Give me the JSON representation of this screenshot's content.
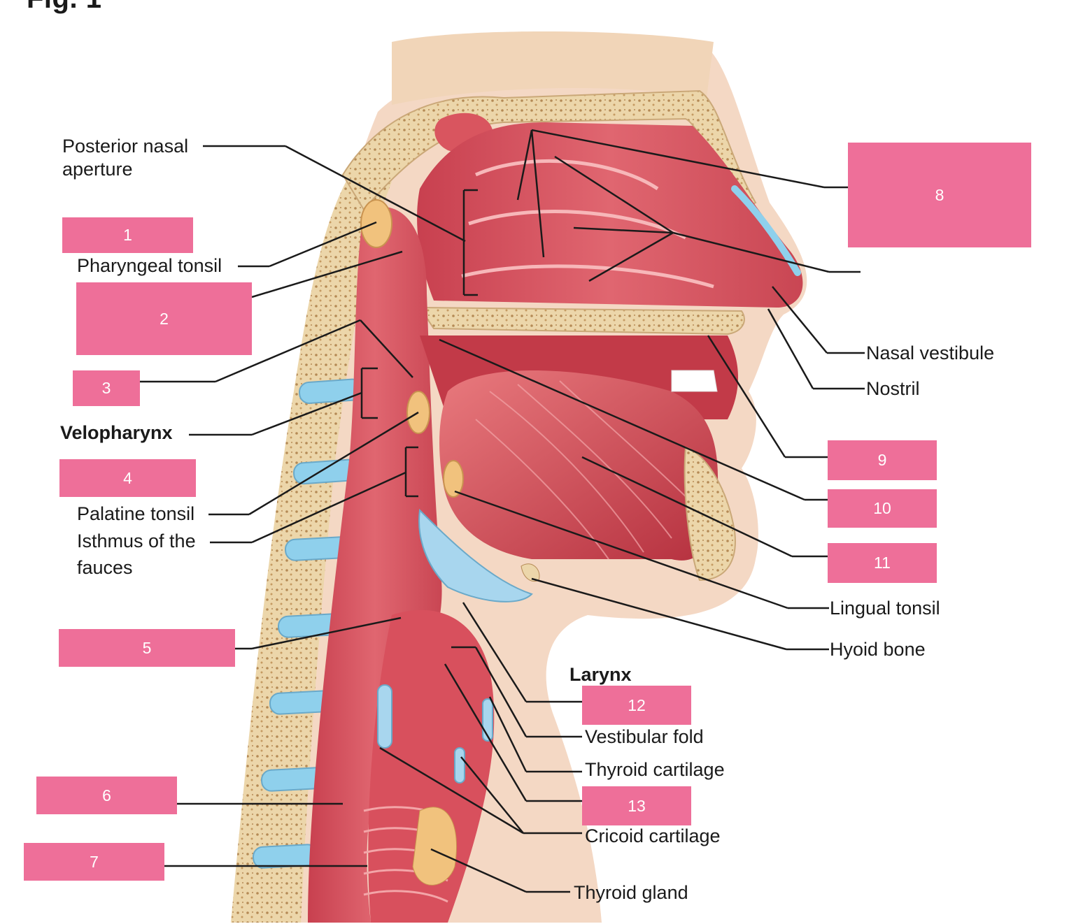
{
  "figure": {
    "title": "Fig. 1"
  },
  "colors": {
    "answer_box": "#ee6f99",
    "tissue": "#d8505d",
    "tissue_light": "#ec9a9f",
    "bone": "#e9d3a6",
    "cartilage": "#9fd0ea",
    "skin": "#f4d8c4",
    "leader_line": "#1a1a1a"
  },
  "labels": {
    "posterior_nasal_line1": "Posterior nasal",
    "posterior_nasal_line2": "aperture",
    "pharyngeal_tonsil": "Pharyngeal tonsil",
    "velopharynx": "Velopharynx",
    "palatine_tonsil": "Palatine tonsil",
    "isthmus_line1": "Isthmus of the",
    "isthmus_line2": "fauces",
    "nasal_vestibule": "Nasal vestibule",
    "nostril": "Nostril",
    "lingual_tonsil": "Lingual tonsil",
    "hyoid_bone": "Hyoid bone",
    "larynx": "Larynx",
    "vestibular_fold": "Vestibular fold",
    "thyroid_cartilage": "Thyroid cartilage",
    "cricoid_cartilage": "Cricoid cartilage",
    "thyroid_gland": "Thyroid gland"
  },
  "answer_boxes": [
    "1",
    "2",
    "3",
    "4",
    "5",
    "6",
    "7",
    "8",
    "9",
    "10",
    "11",
    "12",
    "13"
  ]
}
